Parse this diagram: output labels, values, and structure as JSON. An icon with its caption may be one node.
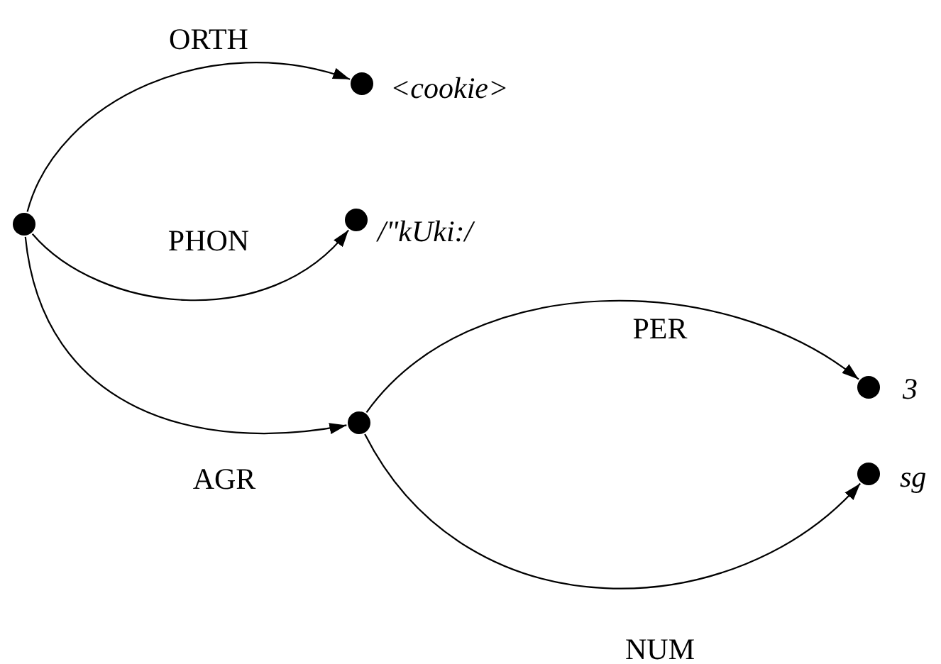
{
  "diagram": {
    "nodes": [
      {
        "text": [],
        "shape": "circle"
      },
      {
        "text": [],
        "shape": "circle",
        "beside": [
          "<cookie>"
        ]
      },
      {
        "text": [],
        "shape": "circle",
        "beside": [
          "/\"kUki:/"
        ]
      },
      {
        "text": [],
        "shape": "circle"
      },
      {
        "text": [],
        "shape": "circle",
        "beside": [
          "3"
        ]
      },
      {
        "text": [],
        "shape": "circle",
        "beside": [
          "sg"
        ]
      }
    ],
    "edges": [
      {
        "from": 0,
        "to": 1,
        "arrow": "to",
        "label": "ORTH"
      },
      {
        "from": 0,
        "to": 2,
        "arrow": "to",
        "label": "PHON"
      },
      {
        "from": 0,
        "to": 3,
        "arrow": "to",
        "label": "AGR"
      },
      {
        "from": 3,
        "to": 4,
        "arrow": "to",
        "label": "PER"
      },
      {
        "from": 3,
        "to": 5,
        "arrow": "to",
        "label": "NUM"
      }
    ]
  }
}
